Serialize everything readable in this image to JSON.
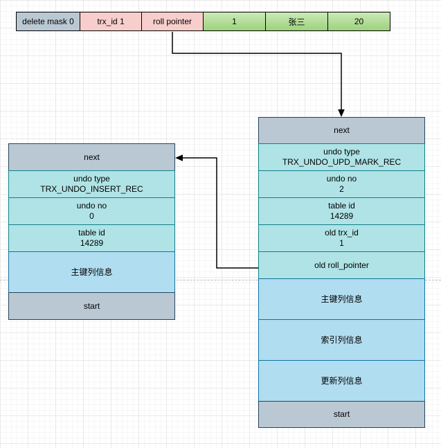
{
  "colors": {
    "grid_minor": "#f6f6f6",
    "grid_major": "#e9e9e9",
    "page_break": "#b9b9b9",
    "arrow": "#000000",
    "gray_fill": "#bac8d3",
    "gray_border": "#23445d",
    "pink_fill": "#f8cecc",
    "pink_border": "#b85450",
    "green_fill_top": "#cde9b8",
    "green_fill_bottom": "#9bd27c",
    "green_border": "#82b366",
    "teal_fill": "#b0e3e6",
    "teal_border": "#0e8088",
    "blue_fill": "#b1ddf0",
    "blue_border": "#10739e"
  },
  "record_row": {
    "cells": [
      {
        "label": "delete mask 0",
        "style": "gray",
        "w": 93
      },
      {
        "label": "trx_id 1",
        "style": "pink",
        "w": 90
      },
      {
        "label": "roll pointer",
        "style": "pink",
        "w": 90
      },
      {
        "label": "1",
        "style": "green",
        "w": 91
      },
      {
        "label": "张三",
        "style": "green",
        "w": 91
      },
      {
        "label": "20",
        "style": "green",
        "w": 91
      }
    ]
  },
  "insert_undo_box": {
    "rows": [
      {
        "lines": [
          "next"
        ],
        "style": "gray",
        "h": 40
      },
      {
        "lines": [
          "undo type",
          "TRX_UNDO_INSERT_REC"
        ],
        "style": "teal",
        "h": 40
      },
      {
        "lines": [
          "undo no",
          "0"
        ],
        "style": "teal",
        "h": 40
      },
      {
        "lines": [
          "table id",
          "14289"
        ],
        "style": "teal",
        "h": 40
      },
      {
        "lines": [
          "主键列信息"
        ],
        "style": "blue",
        "h": 60
      },
      {
        "lines": [
          "start"
        ],
        "style": "gray",
        "h": 40
      }
    ]
  },
  "update_undo_box": {
    "rows": [
      {
        "lines": [
          "next"
        ],
        "style": "gray",
        "h": 39
      },
      {
        "lines": [
          "undo type",
          "TRX_UNDO_UPD_MARK_REC"
        ],
        "style": "teal",
        "h": 40
      },
      {
        "lines": [
          "undo no",
          "2"
        ],
        "style": "teal",
        "h": 40
      },
      {
        "lines": [
          "table id",
          "14289"
        ],
        "style": "teal",
        "h": 40
      },
      {
        "lines": [
          "old trx_id",
          "1"
        ],
        "style": "teal",
        "h": 40
      },
      {
        "lines": [
          "old roll_pointer"
        ],
        "style": "teal",
        "h": 40
      },
      {
        "lines": [
          "主键列信息"
        ],
        "style": "blue",
        "h": 60
      },
      {
        "lines": [
          "索引列信息"
        ],
        "style": "blue",
        "h": 60
      },
      {
        "lines": [
          "更新列信息"
        ],
        "style": "blue",
        "h": 60
      },
      {
        "lines": [
          "start"
        ],
        "style": "gray",
        "h": 39
      }
    ]
  }
}
